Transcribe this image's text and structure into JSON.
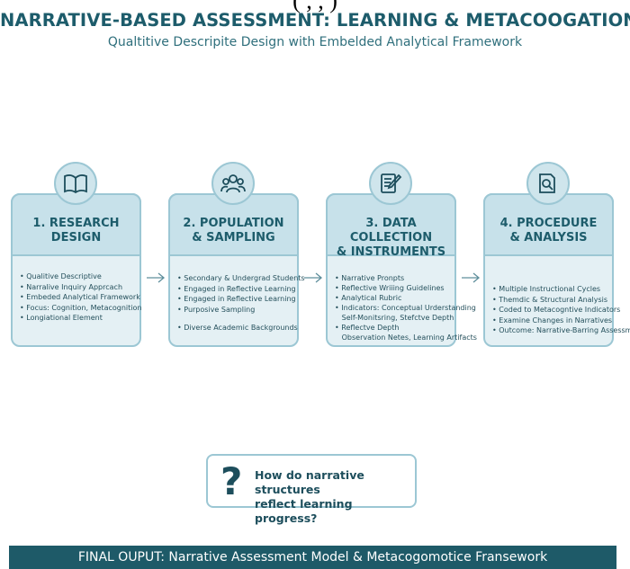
{
  "header": {
    "cut_text": "(       ,       ,                       )",
    "title": "NARRATIVE-BASED ASSESSMENT: LEARNING & METACOOGATION",
    "subtitle": "Qualtitive Descripite Design with Embelded Analytical Framework"
  },
  "cards": [
    {
      "icon": "book-icon",
      "title_line1": "1. RESEARCH",
      "title_line2": "DESIGN",
      "items": [
        "• Qualitive Descriptive",
        "• Narralive Inquiry Apprcach",
        "• Embeded Analytical Framework",
        "• Focus: Cognition, Metacognition",
        "• Longiational Element"
      ]
    },
    {
      "icon": "people-icon",
      "title_line1": "2. POPULATION",
      "title_line2": "& SAMPLING",
      "items": [
        "• Secondary & Undergrad Students",
        "• Engaged in Reflective Learning",
        "• Engaged in Reflective Learning",
        "• Purposive Sampling"
      ],
      "extra_item": "• Diverse Academic Backgrounds"
    },
    {
      "icon": "document-pen-icon",
      "title_line1": "3. DATA COLLECTION",
      "title_line2": "& INSTRUMENTS",
      "items": [
        "• Narrative Pronpts",
        "• Reflective Wriiing Guidelines",
        "• Analytical Rubric",
        "• Indicators: Conceptual Urderstanding",
        "   Self-Monitsring, Stefctve Depth",
        "• Reflectve Depth",
        "   Observation Netes, Learning Artifacts"
      ]
    },
    {
      "icon": "magnifier-document-icon",
      "title_line1": "4. PROCEDURE",
      "title_line2": "& ANALYSIS",
      "items": [
        "• Multiple Instructional Cycles",
        "• Themdic & Structural Analysis",
        "• Coded to Metacogntive Indicators",
        "• Examine Changes in Narratives",
        "• Outcome: Narrative-Barring Assessment"
      ]
    }
  ],
  "question": {
    "mark": "?",
    "line1": "How do narrative structures",
    "line2": "reflect learning progress?"
  },
  "footer": {
    "text": "FINAL OUPUT: Narrative Assessment Model & Metacogomotice Fransework"
  },
  "colors": {
    "primary": "#1d5c6b",
    "card_fill": "#e4f0f4",
    "card_head": "#c7e1ea",
    "border": "#9cc7d4",
    "footer": "#1e5a68"
  }
}
